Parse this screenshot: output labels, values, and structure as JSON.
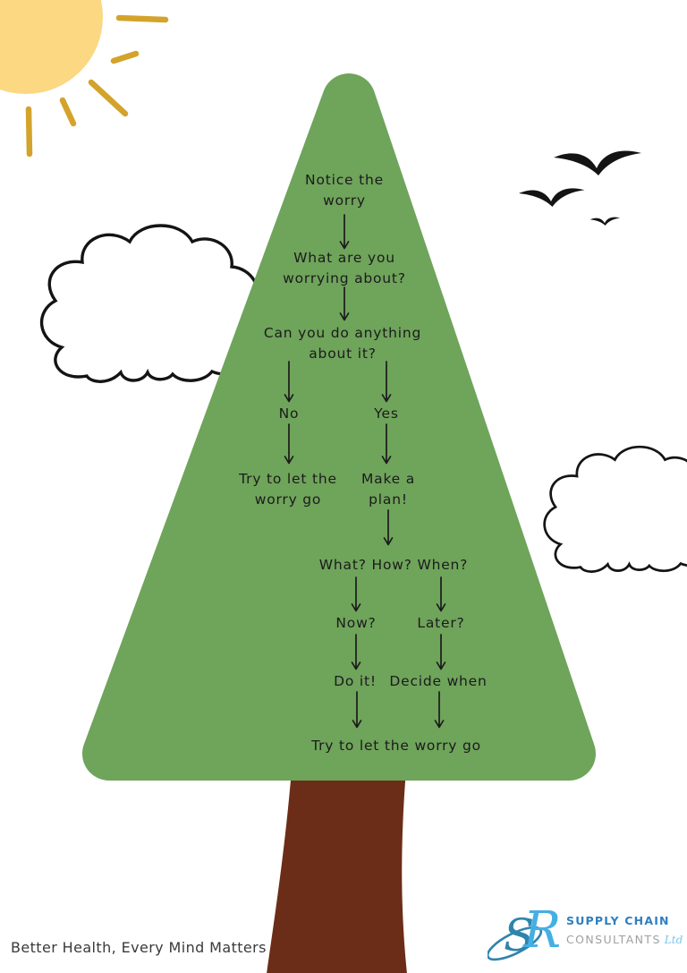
{
  "flowchart": {
    "notice": "Notice the\nworry",
    "what_worrying": "What are you\nworrying about?",
    "can_you_do": "Can you do anything\nabout it?",
    "no": "No",
    "yes": "Yes",
    "let_worry_go": "Try to let the\nworry go",
    "make_plan": "Make a\nplan!",
    "what_how_when": "What? How? When?",
    "now": "Now?",
    "later": "Later?",
    "do_it": "Do it!",
    "decide_when": "Decide when",
    "let_worry_go_final": "Try to let the worry go"
  },
  "footer": {
    "tagline": "Better Health, Every Mind Matters"
  },
  "logo": {
    "monogram_s": "S",
    "monogram_r": "R",
    "name_line1": "SUPPLY CHAIN",
    "name_line2": "CONSULTANTS",
    "suffix": "Ltd"
  },
  "colors": {
    "canopy_green": "#6FA45B",
    "trunk_brown": "#6B2D17",
    "sun_yellow": "#FBD881",
    "ray_gold": "#D3A32B",
    "cloud_outline": "#141414",
    "arrow_black": "#1B1B1B",
    "logo_blue_dark": "#2F84AC",
    "logo_blue_light": "#44AFE4",
    "logo_text_blue": "#2E7FC0",
    "logo_text_gray": "#9FA0A2"
  }
}
